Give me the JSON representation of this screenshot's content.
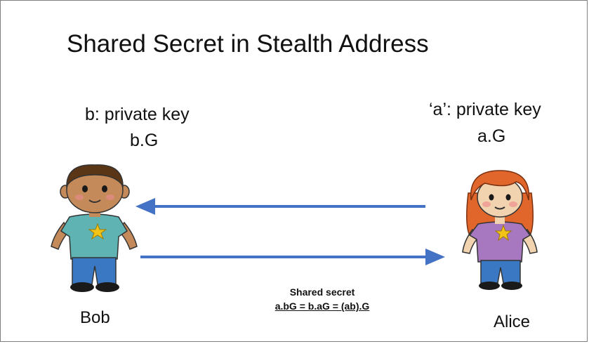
{
  "title": "Shared Secret in Stealth Address",
  "bob": {
    "name": "Bob",
    "private_key_label": "b: private key",
    "public_key_label": "b.G"
  },
  "alice": {
    "name": "Alice",
    "private_key_label": "‘a’: private key",
    "public_key_label": "a.G"
  },
  "shared_secret": {
    "caption": "Shared secret",
    "equation": "a.bG = b.aG = (ab).G"
  },
  "colors": {
    "arrow": "#4472c4",
    "bob_shirt": "#5fb3b3",
    "alice_shirt": "#a777bf",
    "alice_hair": "#e0662b",
    "pants": "#3a78c4",
    "star": "#f2c418"
  },
  "icons": {
    "bob": "boy-character-icon",
    "alice": "girl-character-icon",
    "arrow_to_bob": "arrow-left-icon",
    "arrow_to_alice": "arrow-right-icon"
  }
}
